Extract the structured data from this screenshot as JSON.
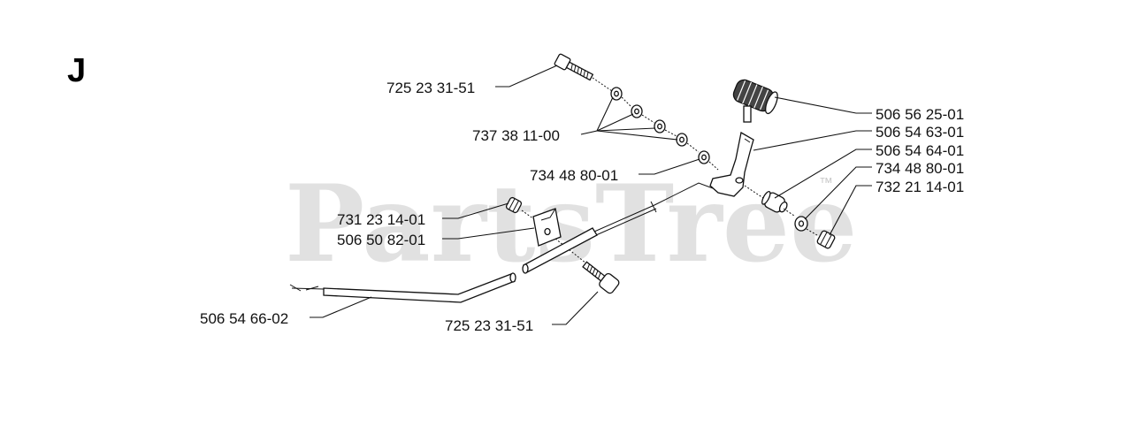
{
  "section_letter": "J",
  "watermark": {
    "text": "PartsTree",
    "trademark": "™"
  },
  "part_labels": [
    "725 23 31-51",
    "737 38 11-00",
    "734 48 80-01",
    "731 23 14-01",
    "506 50 82-01",
    "506 54 66-02",
    "725 23 31-51",
    "506 56 25-01",
    "506 54 63-01",
    "506 54 64-01",
    "734 48 80-01",
    "732 21 14-01"
  ]
}
